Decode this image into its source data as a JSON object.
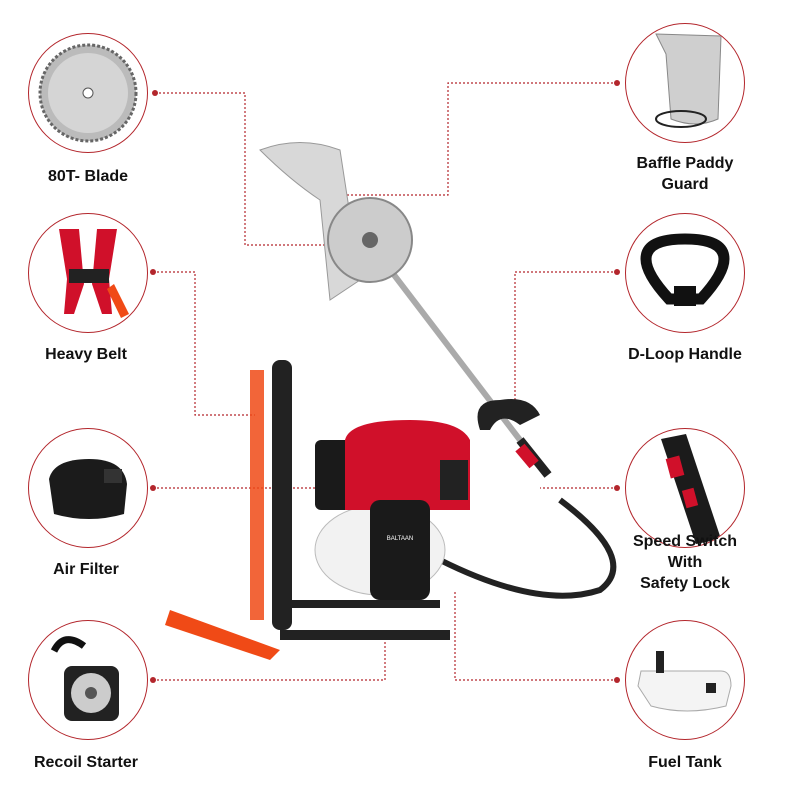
{
  "features": [
    {
      "label_lines": [
        "80T- Blade"
      ],
      "icon": "saw-blade"
    },
    {
      "label_lines": [
        "Heavy Belt"
      ],
      "icon": "harness-belt"
    },
    {
      "label_lines": [
        "Air Filter"
      ],
      "icon": "air-filter"
    },
    {
      "label_lines": [
        "Recoil Starter"
      ],
      "icon": "recoil-starter"
    },
    {
      "label_lines": [
        "Baffle Paddy",
        "Guard"
      ],
      "icon": "baffle-guard"
    },
    {
      "label_lines": [
        "D-Loop Handle"
      ],
      "icon": "d-loop-handle"
    },
    {
      "label_lines": [
        "Speed Switch",
        "With",
        "Safety Lock"
      ],
      "icon": "speed-switch"
    },
    {
      "label_lines": [
        "Fuel Tank"
      ],
      "icon": "fuel-tank"
    }
  ],
  "brand": "BALTAAN",
  "colors": {
    "accent": "#b3262c",
    "engine_red": "#d0102a",
    "strap_orange": "#f04a16"
  }
}
